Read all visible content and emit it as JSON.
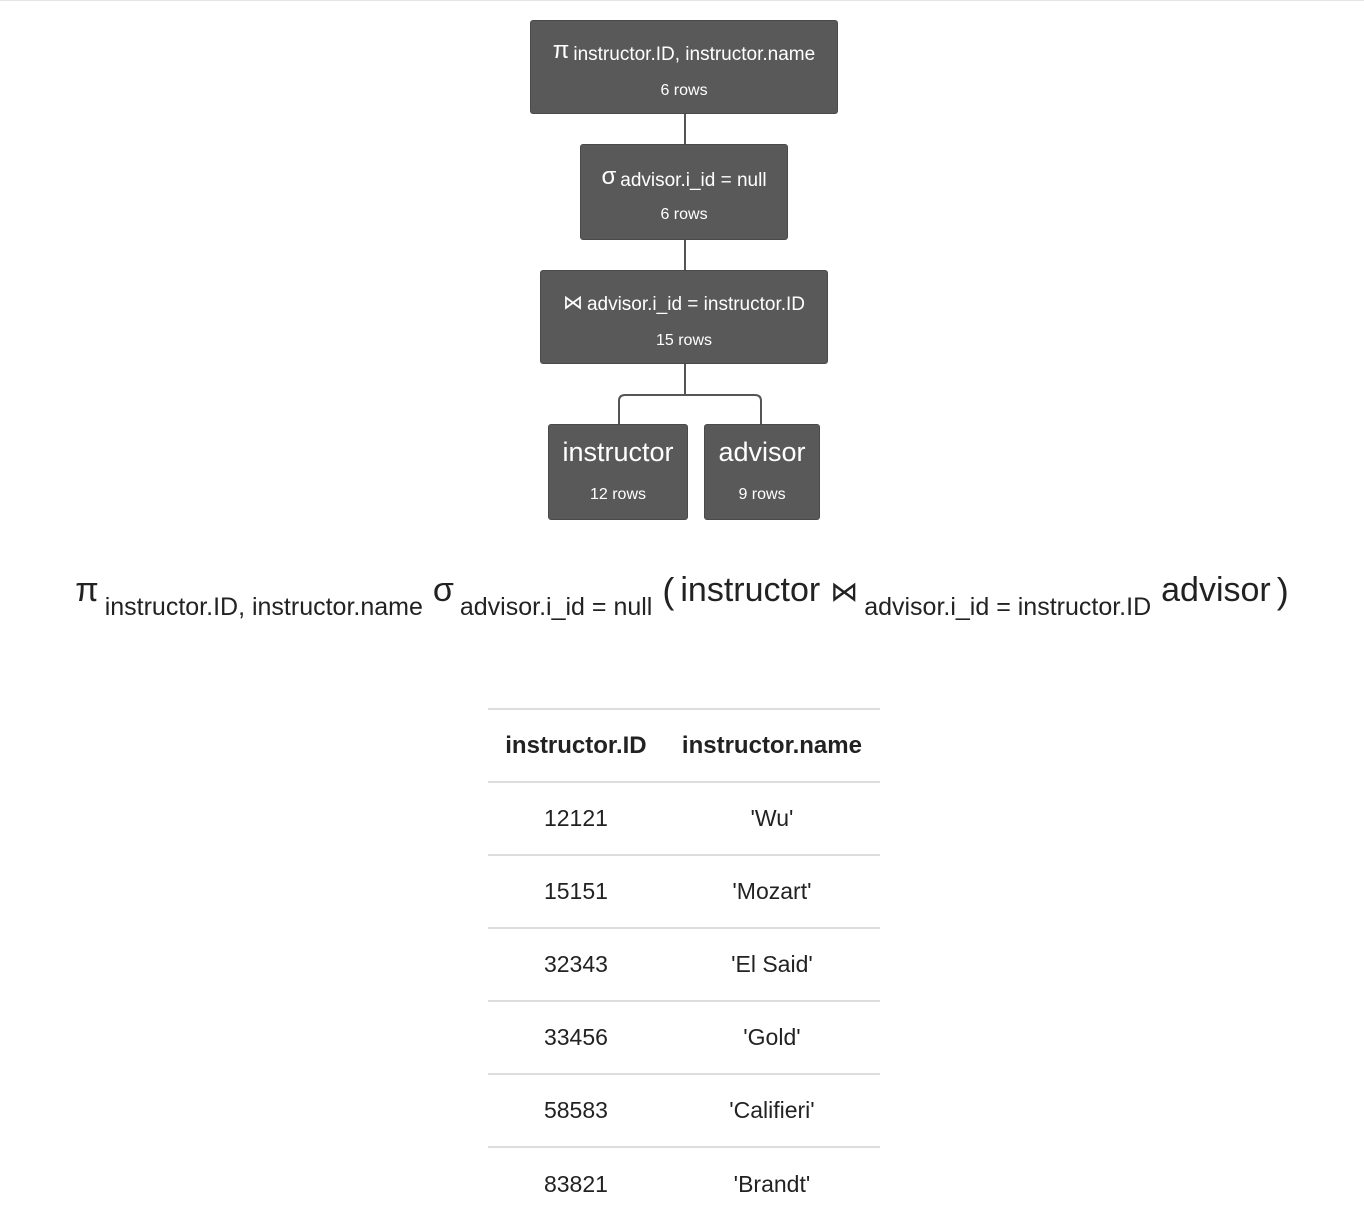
{
  "tree": {
    "projection": {
      "symbol": "π",
      "label": "instructor.ID, instructor.name",
      "rows": "6 rows"
    },
    "selection": {
      "symbol": "σ",
      "label": "advisor.i_id = null",
      "rows": "6 rows"
    },
    "join": {
      "symbol": "⋈",
      "label": "advisor.i_id = instructor.ID",
      "rows": "15 rows"
    },
    "relations": [
      {
        "name": "instructor",
        "rows": "12 rows"
      },
      {
        "name": "advisor",
        "rows": "9 rows"
      }
    ]
  },
  "expression": {
    "pi": "π",
    "pi_sub": "instructor.ID, instructor.name",
    "sigma": "σ",
    "sigma_sub": "advisor.i_id = null",
    "open": "(",
    "left_rel": "instructor",
    "join": "⋈",
    "join_sub": "advisor.i_id = instructor.ID",
    "right_rel": "advisor",
    "close": ")"
  },
  "result": {
    "columns": [
      "instructor.ID",
      "instructor.name"
    ],
    "rows": [
      [
        "12121",
        "'Wu'"
      ],
      [
        "15151",
        "'Mozart'"
      ],
      [
        "32343",
        "'El Said'"
      ],
      [
        "33456",
        "'Gold'"
      ],
      [
        "58583",
        "'Califieri'"
      ],
      [
        "83821",
        "'Brandt'"
      ]
    ]
  },
  "colors": {
    "node_bg": "#595959",
    "node_text": "#ffffff",
    "connector": "#555555",
    "table_border": "#dddddd"
  }
}
